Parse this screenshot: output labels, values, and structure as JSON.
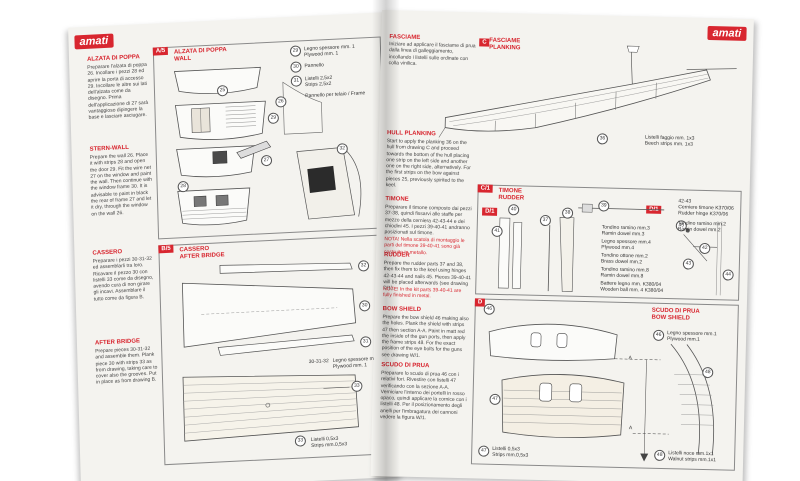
{
  "brand": {
    "name": "amati"
  },
  "left_page": {
    "sections": [
      {
        "id": "alzata",
        "title": "ALZATA DI POPPA",
        "body": "Preparare l'alzata di poppa 26. Incollare i pezzi 28 ed aprire la porta di accesso 29. Incollare le altre sui lati dell'alzata come da disegno. Prima dell'applicazione di 27 sarà vantaggioso dipingere la base e lasciare asciugare."
      },
      {
        "id": "stern",
        "title": "STERN-WALL",
        "body": "Prepare the wall 26. Place it with strips 28 and open the door 29. Fit the wire net 27 on the window and paint the wall. Then continue with the window frame 30. It is advisable to paint in black the rear of frame 27 and let it dry, through the window on the wall 26."
      },
      {
        "id": "cassero",
        "title": "CASSERO",
        "body": "Preparare i pezzi 30-31-32 ed assemblarli tra loro. Ricavare il pezzo 30 con listelli 33 come da disegno, avendo cura di non girare gli incavi. Assemblare il tutto come da figura B."
      },
      {
        "id": "after_bridge",
        "title": "AFTER BRIDGE",
        "body": "Prepare pieces 30-31-32 and assemble them. Plank piece 30 with strips 33 as from drawing, taking care to cover also the grooves. Put in place as from drawing B."
      }
    ],
    "panel_a": {
      "tag": "A/5",
      "title": "ALZATA DI POPPA",
      "subtitle": "WALL"
    },
    "panel_a_notes": [
      "Legno spessore mm. 1",
      "Plywood mm. 1",
      "Pannello",
      "Listelli 2,5x2",
      "Strips 2,5x2",
      "Pannello per telaio / Frame"
    ],
    "panel_a_nums": [
      "25",
      "26",
      "27",
      "28",
      "29",
      "30",
      "31",
      "32"
    ],
    "panel_b": {
      "tag": "B/5",
      "title": "CASSERO",
      "subtitle": "AFTER BRIDGE"
    },
    "panel_b_nums": [
      "32",
      "30",
      "31",
      "33",
      "33"
    ],
    "panel_b_notes": {
      "ref": "30-31-32",
      "wood_it": "Legno spessore mm. 1",
      "wood_en": "Plywood mm. 1",
      "strips_it": "Listelli 0,5x3",
      "strips_en": "Strips mm.0,5x3"
    }
  },
  "right_page": {
    "panel_c": {
      "tag": "C",
      "title": "FASCIAME",
      "subtitle": "PLANKING",
      "num": "36",
      "note_it": "Listelli faggio mm. 1x3",
      "note_en": "Beech strips mm. 1x3"
    },
    "col_sections": [
      {
        "id": "fasciame",
        "title": "FASCIAME",
        "body": "Iniziare ad applicare il fasciame di prua dalla linea di galleggiamento, incollando i listelli sulle ordinate con colla vinilica."
      },
      {
        "id": "hull",
        "title": "HULL PLANKING",
        "body": "Start to apply the planking 36 on the hull from drawing C and proceed towards the bottom of the hull placing one strip on the left side and another one on the right side, alternatively. For the first strips on the bow against pieces 25, previously spirited to the keel."
      },
      {
        "id": "timone",
        "title": "TIMONE",
        "body": "Preparare il timone composto dai pezzi 37-38, quindi fissarvi alle staffe per mezzo della cerniera 42-43-44 e dei chiodini 45. I pezzi 39-40-41 andranno posizionati sul timone.",
        "note": "NOTA! Nella scatola di montaggio le parti del timone 39-40-41 sono già costruite in metallo."
      },
      {
        "id": "rudder",
        "title": "RUDDER",
        "body": "Prepare the rudder parts 37 and 38, then fix them to the keel using hinges 42-43-44 and nails 45. Pieces 39-40-41 will be placed afterwards (see drawing D/1).",
        "note": "NOTE! In the kit parts 39-40-41 are fully finished in metal."
      },
      {
        "id": "bow",
        "title": "BOW SHIELD",
        "body": "Prepare the bow shield 46 making also the holes. Plank the shield with strips 47 then section A-A. Paint in matt red the inside of the gun ports, then apply the frame strips 48. For the exact position of the eye bolts for the guns see drawing W/1."
      },
      {
        "id": "scudo",
        "title": "SCUDO DI PRUA",
        "body": "Preparare lo scudo di prua 46 con i relativi fori. Rivestire con listelli 47 verificando con la sezione A-A. Verniciare l'interno dei portelli in rosso opaco, quindi applicare la cornice con i listelli 48. Per il posizionamento degli anelli per l'imbragatura dei cannoni vedere la figura W/1."
      }
    ],
    "panel_c1": {
      "tag": "C/1",
      "title": "TIMONE",
      "subtitle": "RUDDER",
      "d1": "D/1",
      "nums": [
        "37",
        "38",
        "39",
        "40",
        "41",
        "42",
        "43",
        "44",
        "45",
        "42-43"
      ],
      "notes": [
        "Cerniere timone K370/06",
        "Rudder hinge K370/06",
        "Tondino ramino mm.3",
        "Ramin dowel mm.3",
        "Legno spessore mm.4",
        "Plywood mm.4",
        "Tondino ottone mm.2",
        "Brass dowel mm.2",
        "Tondino ramino mm.8",
        "Ramin dowel mm.8",
        "Tondino ramino mm.2",
        "Ramin dowel mm.2",
        "Battere legno mm. K380/04",
        "Wooden ball mm. 4 K380/04"
      ]
    },
    "panel_d": {
      "tag": "D",
      "title": "SCUDO DI PRUA",
      "subtitle": "BOW SHIELD",
      "nums": [
        "46",
        "47",
        "48",
        "47",
        "48"
      ],
      "section_label": "A",
      "notes": {
        "wood_it": "Legno spessore mm.1",
        "wood_en": "Plywood mm.1",
        "strips_it": "Listelli 0,5x3",
        "strips_en": "Strips mm.0,5x3",
        "noce_it": "Listelli noce mm.1x1",
        "noce_en": "Walnut strips mm.1x1"
      }
    }
  }
}
